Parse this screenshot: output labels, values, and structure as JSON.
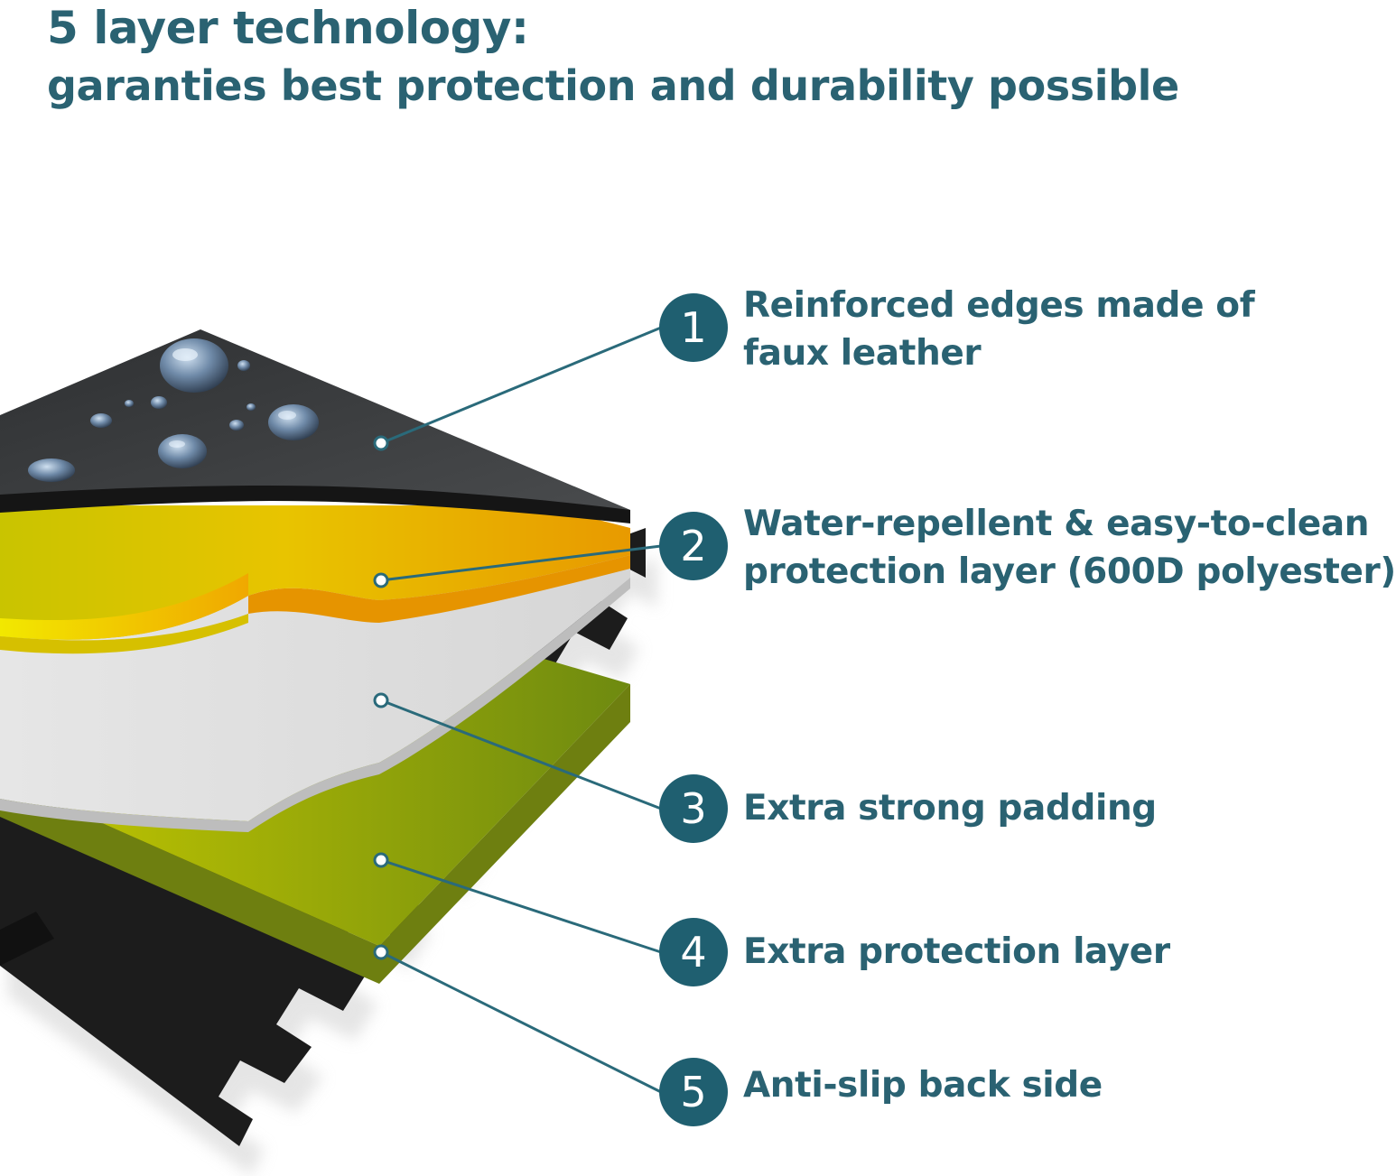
{
  "heading": {
    "line1": "5 layer technology:",
    "line2": "garanties best protection and durability possible"
  },
  "colors": {
    "heading": "#2a6272",
    "badge": "#1f5f70",
    "leader_line": "#2a6a7a",
    "layer_top": "#3a3c3e",
    "layer_yellow": "#e6b800",
    "layer_padding": "#e2e2e2",
    "layer_green": "#8aa81a",
    "layer_base": "#1c1c1c"
  },
  "layers": [
    {
      "number": "1",
      "lines": [
        "Reinforced edges made of",
        "faux leather"
      ],
      "icon": "leather-layer"
    },
    {
      "number": "2",
      "lines": [
        "Water-repellent & easy-to-clean",
        "protection layer (600D polyester)"
      ],
      "icon": "polyester-layer"
    },
    {
      "number": "3",
      "lines": [
        "Extra strong padding"
      ],
      "icon": "padding-layer"
    },
    {
      "number": "4",
      "lines": [
        "Extra protection layer"
      ],
      "icon": "protection-layer"
    },
    {
      "number": "5",
      "lines": [
        "Anti-slip back side"
      ],
      "icon": "anti-slip-layer"
    }
  ]
}
